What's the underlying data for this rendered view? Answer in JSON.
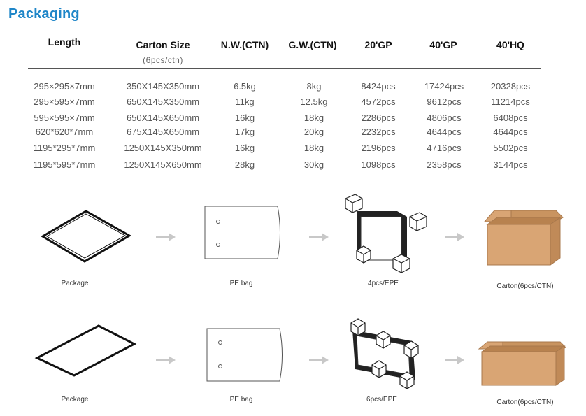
{
  "title": "Packaging",
  "table": {
    "headers": [
      "Length",
      "Carton Size",
      "N.W.(CTN)",
      "G.W.(CTN)",
      "20'GP",
      "40'GP",
      "40'HQ"
    ],
    "carton_subheader": "(6pcs/ctn)",
    "rows": [
      [
        "295×295×7mm",
        "350X145X350mm",
        "6.5kg",
        "8kg",
        "8424pcs",
        "17424pcs",
        "20328pcs"
      ],
      [
        "295×595×7mm",
        "650X145X350mm",
        "11kg",
        "12.5kg",
        "4572pcs",
        "9612pcs",
        "11214pcs"
      ],
      [
        "595×595×7mm",
        "650X145X650mm",
        "16kg",
        "18kg",
        "2286pcs",
        "4806pcs",
        "6408pcs"
      ],
      [
        "620*620*7mm",
        "675X145X650mm",
        "17kg",
        "20kg",
        "2232pcs",
        "4644pcs",
        "4644pcs"
      ],
      [
        "1195*295*7mm",
        "1250X145X350mm",
        "16kg",
        "18kg",
        "2196pcs",
        "4716pcs",
        "5502pcs"
      ],
      [
        "1195*595*7mm",
        "1250X145X650mm",
        "28kg",
        "30kg",
        "1098pcs",
        "2358pcs",
        "3144pcs"
      ]
    ]
  },
  "flows": [
    {
      "steps": [
        {
          "label": "Package",
          "icon": "square-panel-icon"
        },
        {
          "label": "PE  bag",
          "icon": "pe-bag-icon"
        },
        {
          "label": "4pcs/EPE",
          "icon": "epe-stack-icon"
        },
        {
          "label": "Carton(6pcs/CTN)",
          "icon": "carton-box-icon"
        }
      ]
    },
    {
      "steps": [
        {
          "label": "Package",
          "icon": "rectangle-panel-icon"
        },
        {
          "label": "PE  bag",
          "icon": "pe-bag-icon"
        },
        {
          "label": "6pcs/EPE",
          "icon": "epe-stack-icon"
        },
        {
          "label": "Carton(6pcs/CTN)",
          "icon": "carton-box-icon"
        }
      ]
    }
  ],
  "colors": {
    "title": "#1f86c8",
    "carton": "#d9a574",
    "arrow": "#c8c8c8"
  }
}
